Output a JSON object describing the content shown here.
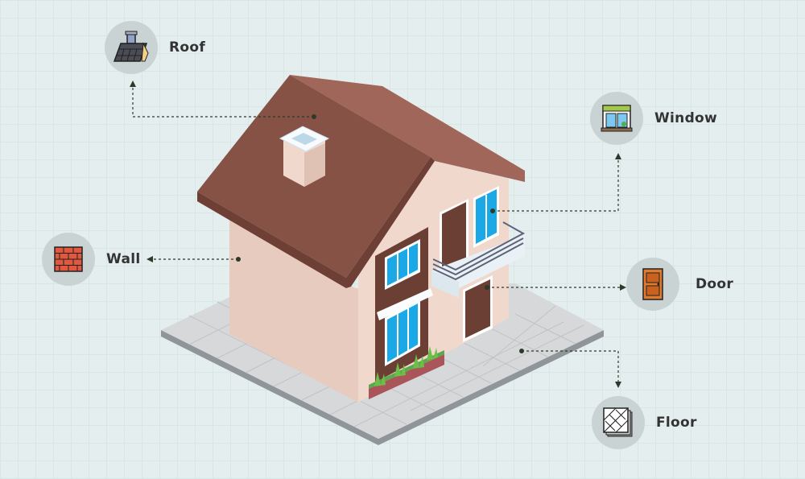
{
  "labels": {
    "roof": "Roof",
    "window": "Window",
    "wall": "Wall",
    "door": "Door",
    "floor": "Floor"
  },
  "icons": {
    "roof": "roof-tiles-icon",
    "window": "window-icon",
    "wall": "brick-wall-icon",
    "door": "door-icon",
    "floor": "floor-tiles-icon"
  },
  "colors": {
    "roof": "#8a5448",
    "wall": "#ecd2c6",
    "window_glass": "#1aa9e6",
    "door": "#6b3f33",
    "floor": "#d4d6d7",
    "connector": "#2b3a2b"
  }
}
